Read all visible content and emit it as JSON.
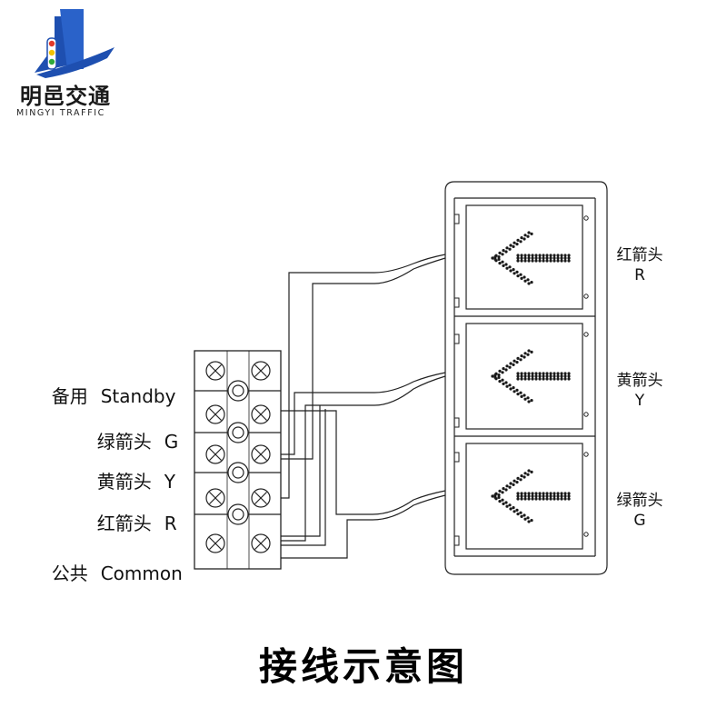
{
  "logo": {
    "name_cn": "明邑交通",
    "name_en": "MINGYI TRAFFIC",
    "colors": {
      "blue": "#1e4fb0",
      "red": "#e23a2a",
      "yellow": "#f2c200",
      "green": "#2faa3a"
    }
  },
  "terminal_block": {
    "rows": [
      {
        "cn": "备用",
        "en": "Standby"
      },
      {
        "cn": "绿箭头",
        "en": "G"
      },
      {
        "cn": "黄箭头",
        "en": "Y"
      },
      {
        "cn": "红箭头",
        "en": "R"
      },
      {
        "cn": "公共",
        "en": "Common"
      }
    ]
  },
  "signal_head": {
    "lights": [
      {
        "cn": "红箭头",
        "en": "R",
        "icon": "left-arrow-icon"
      },
      {
        "cn": "黄箭头",
        "en": "Y",
        "icon": "left-arrow-icon"
      },
      {
        "cn": "绿箭头",
        "en": "G",
        "icon": "left-arrow-icon"
      }
    ]
  },
  "caption": "接线示意图"
}
